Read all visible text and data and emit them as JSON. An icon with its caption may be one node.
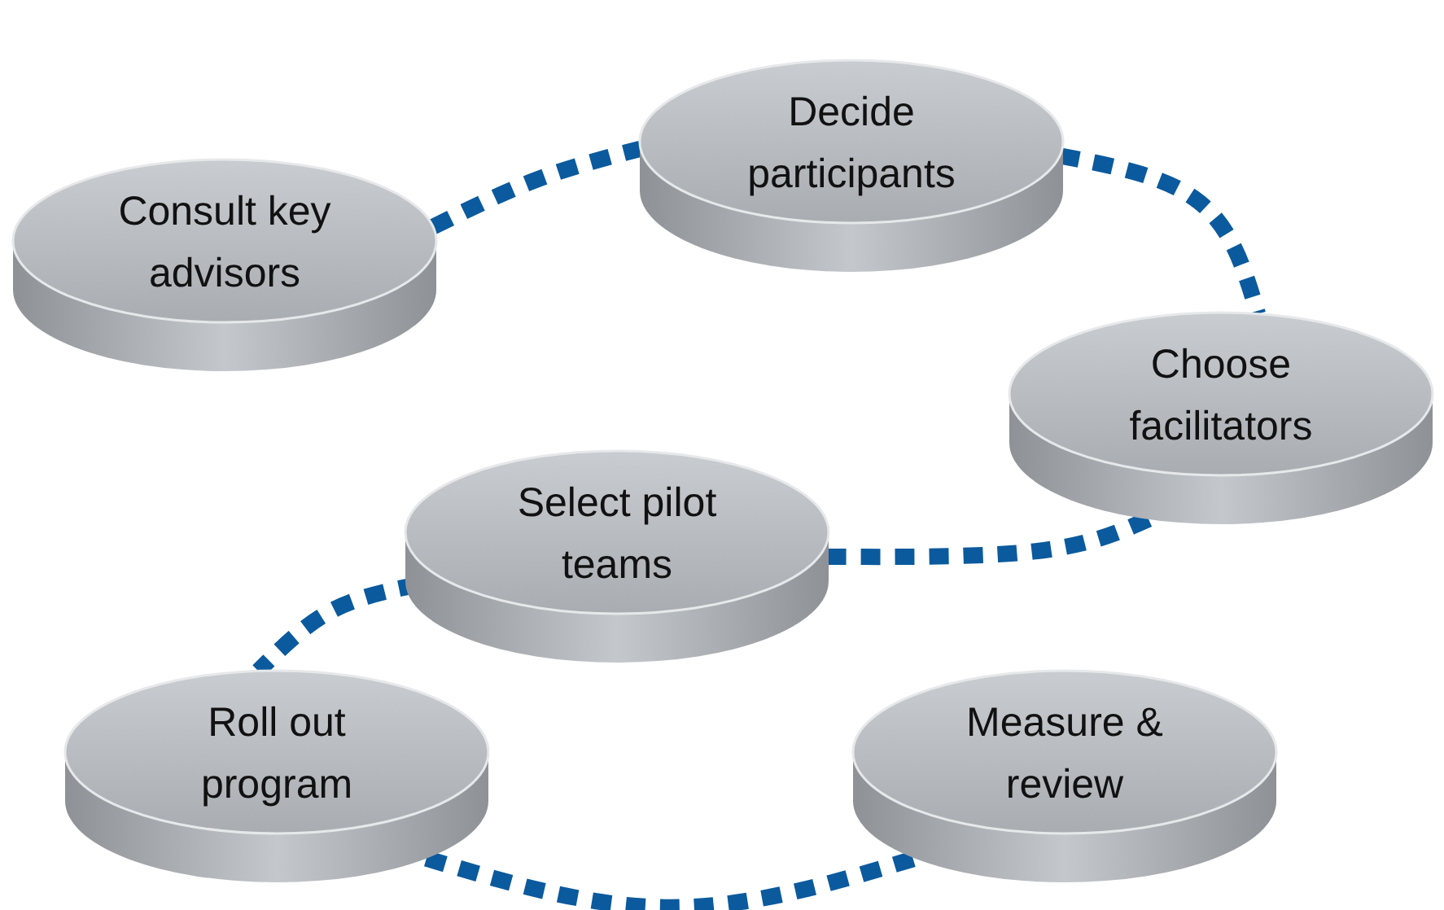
{
  "diagram": {
    "nodes": [
      {
        "text": [
          "Consult key advisors"
        ]
      },
      {
        "text": [
          "Decide participants"
        ]
      },
      {
        "text": [
          "Choose facilitators"
        ]
      },
      {
        "text": [
          "Select pilot teams"
        ]
      },
      {
        "text": [
          "Roll out program"
        ]
      },
      {
        "text": [
          "Measure & review"
        ]
      }
    ],
    "edges": [
      {
        "from": 0,
        "to": 1,
        "arrow": "none",
        "style": "dashed",
        "color": "#0b5a9e"
      },
      {
        "from": 1,
        "to": 2,
        "arrow": "none",
        "style": "dashed",
        "color": "#0b5a9e"
      },
      {
        "from": 2,
        "to": 3,
        "arrow": "none",
        "style": "dashed",
        "color": "#0b5a9e"
      },
      {
        "from": 3,
        "to": 4,
        "arrow": "none",
        "style": "dashed",
        "color": "#0b5a9e"
      },
      {
        "from": 4,
        "to": 5,
        "arrow": "none",
        "style": "dashed",
        "color": "#0b5a9e"
      }
    ]
  }
}
